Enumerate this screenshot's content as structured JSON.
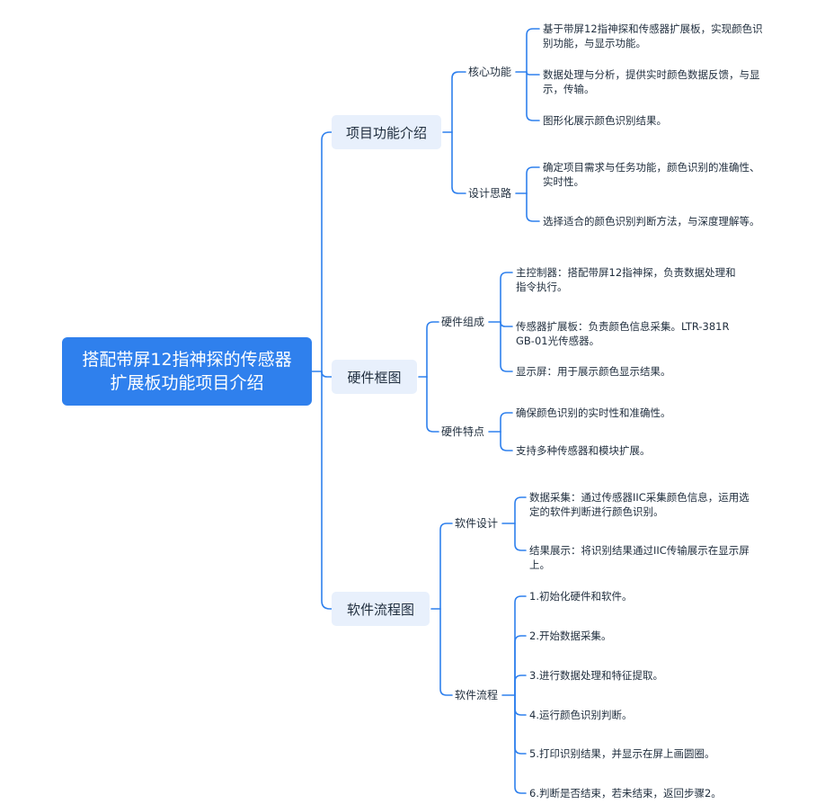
{
  "root": {
    "label": "搭配带屏12指神探的传感器扩展板功能项目介绍"
  },
  "branches": [
    {
      "label": "项目功能介绍",
      "children": [
        {
          "label": "核心功能",
          "items": [
            "基于带屏12指神探和传感器扩展板，实现颜色识别功能，与显示功能。",
            "数据处理与分析，提供实时颜色数据反馈，与显示，传输。",
            "图形化展示颜色识别结果。"
          ]
        },
        {
          "label": "设计思路",
          "items": [
            "确定项目需求与任务功能，颜色识别的准确性、实时性。",
            "选择适合的颜色识别判断方法，与深度理解等。"
          ]
        }
      ]
    },
    {
      "label": "硬件框图",
      "children": [
        {
          "label": "硬件组成",
          "items": [
            "主控制器：搭配带屏12指神探，负责数据处理和指令执行。",
            "传感器扩展板：负责颜色信息采集。LTR-381RGB-01光传感器。",
            "显示屏：用于展示颜色显示结果。"
          ]
        },
        {
          "label": "硬件特点",
          "items": [
            "确保颜色识别的实时性和准确性。",
            "支持多种传感器和模块扩展。"
          ]
        }
      ]
    },
    {
      "label": "软件流程图",
      "children": [
        {
          "label": "软件设计",
          "items": [
            "数据采集：通过传感器IIC采集颜色信息，运用选定的软件判断进行颜色识别。",
            "结果展示：将识别结果通过IIC传输展示在显示屏上。"
          ]
        },
        {
          "label": "软件流程",
          "items": [
            "1.初始化硬件和软件。",
            "2.开始数据采集。",
            "3.进行数据处理和特征提取。",
            "4.运行颜色识别判断。",
            "5.打印识别结果，并显示在屏上画圆圈。",
            "6.判断是否结束，若未结束，返回步骤2。"
          ]
        }
      ]
    }
  ],
  "colors": {
    "line": "#2f80ed",
    "root_fill": "#2f80ed",
    "branch_fill": "#e8f0fc",
    "text": "#1f2d3d"
  }
}
